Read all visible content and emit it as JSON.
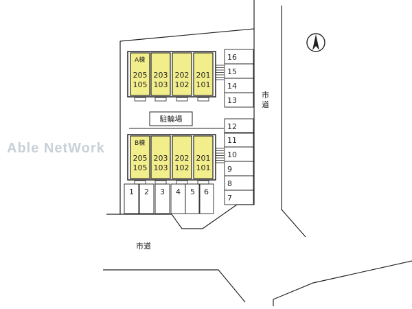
{
  "watermark": "Able NetWork",
  "compass": {
    "icon": "north-arrow-icon"
  },
  "roads": {
    "east": "市道",
    "south": "市道"
  },
  "parking_bicycle": "駐輪場",
  "buildings": [
    {
      "name": "A棟",
      "units": [
        {
          "upper": "205",
          "lower": "105"
        },
        {
          "upper": "203",
          "lower": "103"
        },
        {
          "upper": "202",
          "lower": "102"
        },
        {
          "upper": "201",
          "lower": "101"
        }
      ]
    },
    {
      "name": "B棟",
      "units": [
        {
          "upper": "205",
          "lower": "105"
        },
        {
          "upper": "203",
          "lower": "103"
        },
        {
          "upper": "202",
          "lower": "102"
        },
        {
          "upper": "201",
          "lower": "101"
        }
      ]
    }
  ],
  "parking_right": [
    "16",
    "15",
    "14",
    "13",
    "12",
    "11",
    "10",
    "9",
    "8",
    "7"
  ],
  "parking_bottom": [
    "1",
    "2",
    "3",
    "4",
    "5",
    "6"
  ],
  "colors": {
    "building_fill": "#f3ee8c",
    "building_stroke": "#222222",
    "line": "#222222"
  }
}
